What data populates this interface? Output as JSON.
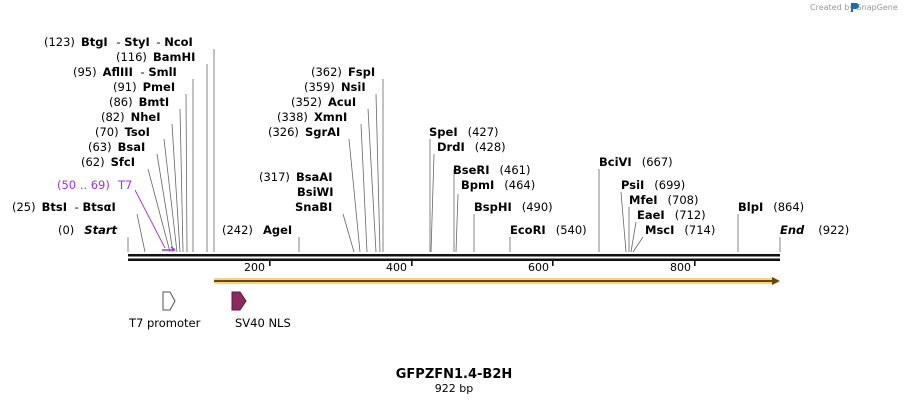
{
  "credit": "Created by SnapGene",
  "map": {
    "name": "GFPZFN1.4-B2H",
    "size_label": "922 bp",
    "length": 922
  },
  "ticks": [
    {
      "value": 200,
      "label": "200"
    },
    {
      "value": 400,
      "label": "400"
    },
    {
      "value": 600,
      "label": "600"
    },
    {
      "value": 800,
      "label": "800"
    }
  ],
  "sites": [
    {
      "pos_label": "(123)",
      "names": [
        "BtgI",
        "StyI",
        "NcoI"
      ],
      "pos": 123
    },
    {
      "pos_label": "(116)",
      "names": [
        "BamHI"
      ],
      "pos": 116
    },
    {
      "pos_label": "(95)",
      "names": [
        "AflIII",
        "SmlI"
      ],
      "pos": 95
    },
    {
      "pos_label": "(91)",
      "names": [
        "PmeI"
      ],
      "pos": 91
    },
    {
      "pos_label": "(86)",
      "names": [
        "BmtI"
      ],
      "pos": 86
    },
    {
      "pos_label": "(82)",
      "names": [
        "NheI"
      ],
      "pos": 82
    },
    {
      "pos_label": "(70)",
      "names": [
        "TsoI"
      ],
      "pos": 70
    },
    {
      "pos_label": "(63)",
      "names": [
        "BsaI"
      ],
      "pos": 63
    },
    {
      "pos_label": "(62)",
      "names": [
        "SfcI"
      ],
      "pos": 62
    },
    {
      "pos_label": "(25)",
      "names": [
        "BtsI",
        "BtsαI"
      ],
      "pos": 25
    },
    {
      "pos_label": "(0)",
      "names": [
        "Start"
      ],
      "pos": 0,
      "italic": true
    },
    {
      "pos_label": "(362)",
      "names": [
        "FspI"
      ],
      "pos": 362
    },
    {
      "pos_label": "(359)",
      "names": [
        "NsiI"
      ],
      "pos": 359
    },
    {
      "pos_label": "(352)",
      "names": [
        "AcuI"
      ],
      "pos": 352
    },
    {
      "pos_label": "(338)",
      "names": [
        "XmnI"
      ],
      "pos": 338
    },
    {
      "pos_label": "(326)",
      "names": [
        "SgrAI"
      ],
      "pos": 326
    },
    {
      "pos_label": "(317)",
      "names": [
        "BsaAI",
        "BsiWI",
        "SnaBI"
      ],
      "pos": 317
    },
    {
      "pos_label": "(242)",
      "names": [
        "AgeI"
      ],
      "pos": 242
    },
    {
      "pos_label": "(427)",
      "names": [
        "SpeI"
      ],
      "pos": 427
    },
    {
      "pos_label": "(428)",
      "names": [
        "DrdI"
      ],
      "pos": 428
    },
    {
      "pos_label": "(461)",
      "names": [
        "BseRI"
      ],
      "pos": 461
    },
    {
      "pos_label": "(464)",
      "names": [
        "BpmI"
      ],
      "pos": 464
    },
    {
      "pos_label": "(490)",
      "names": [
        "BspHI"
      ],
      "pos": 490
    },
    {
      "pos_label": "(540)",
      "names": [
        "EcoRI"
      ],
      "pos": 540
    },
    {
      "pos_label": "(667)",
      "names": [
        "BciVI"
      ],
      "pos": 667
    },
    {
      "pos_label": "(699)",
      "names": [
        "PsiI"
      ],
      "pos": 699
    },
    {
      "pos_label": "(708)",
      "names": [
        "MfeI"
      ],
      "pos": 708
    },
    {
      "pos_label": "(712)",
      "names": [
        "EaeI"
      ],
      "pos": 712
    },
    {
      "pos_label": "(714)",
      "names": [
        "MscI"
      ],
      "pos": 714
    },
    {
      "pos_label": "(864)",
      "names": [
        "BlpI"
      ],
      "pos": 864
    },
    {
      "pos_label": "(922)",
      "names": [
        "End"
      ],
      "pos": 922,
      "italic": true
    }
  ],
  "primer": {
    "pos_label": "(50 .. 69)",
    "name": "T7",
    "start": 50,
    "end": 69,
    "color": "#a030e0"
  },
  "features": [
    {
      "name": "T7 promoter",
      "start": 50,
      "end": 69,
      "color": "#ffffff"
    },
    {
      "name": "SV40 NLS",
      "start": 148,
      "end": 168,
      "color": "#8b2a5e"
    }
  ],
  "orf": {
    "start": 123,
    "end": 922,
    "color": "#f5a623"
  }
}
